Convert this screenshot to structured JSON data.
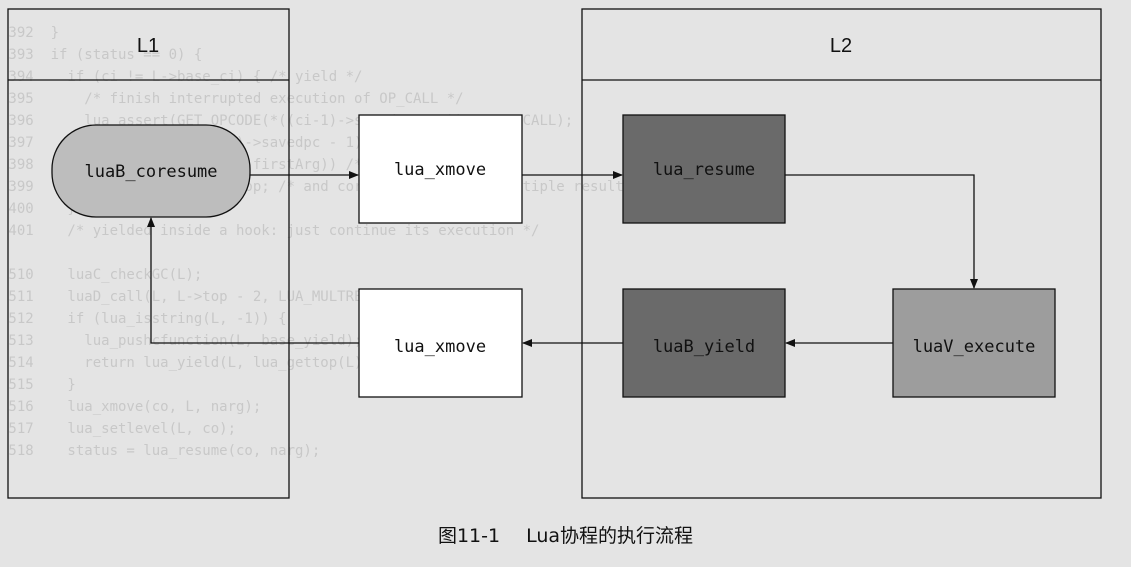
{
  "lanes": {
    "l1": "L1",
    "l2": "L2"
  },
  "boxes": {
    "coresume": "luaB_coresume",
    "xmove_top": "lua_xmove",
    "resume": "lua_resume",
    "xmove_bottom": "lua_xmove",
    "yield": "luaB_yield",
    "execute": "luaV_execute"
  },
  "caption": {
    "number": "图11-1",
    "text": "Lua协程的执行流程"
  },
  "colors": {
    "background": "#e4e4e4",
    "line": "#111111",
    "coresume_fill": "#bdbdbd",
    "resume_fill": "#6a6a6a",
    "yield_fill": "#6a6a6a",
    "execute_fill": "#9d9d9d",
    "white_box": "#ffffff"
  }
}
